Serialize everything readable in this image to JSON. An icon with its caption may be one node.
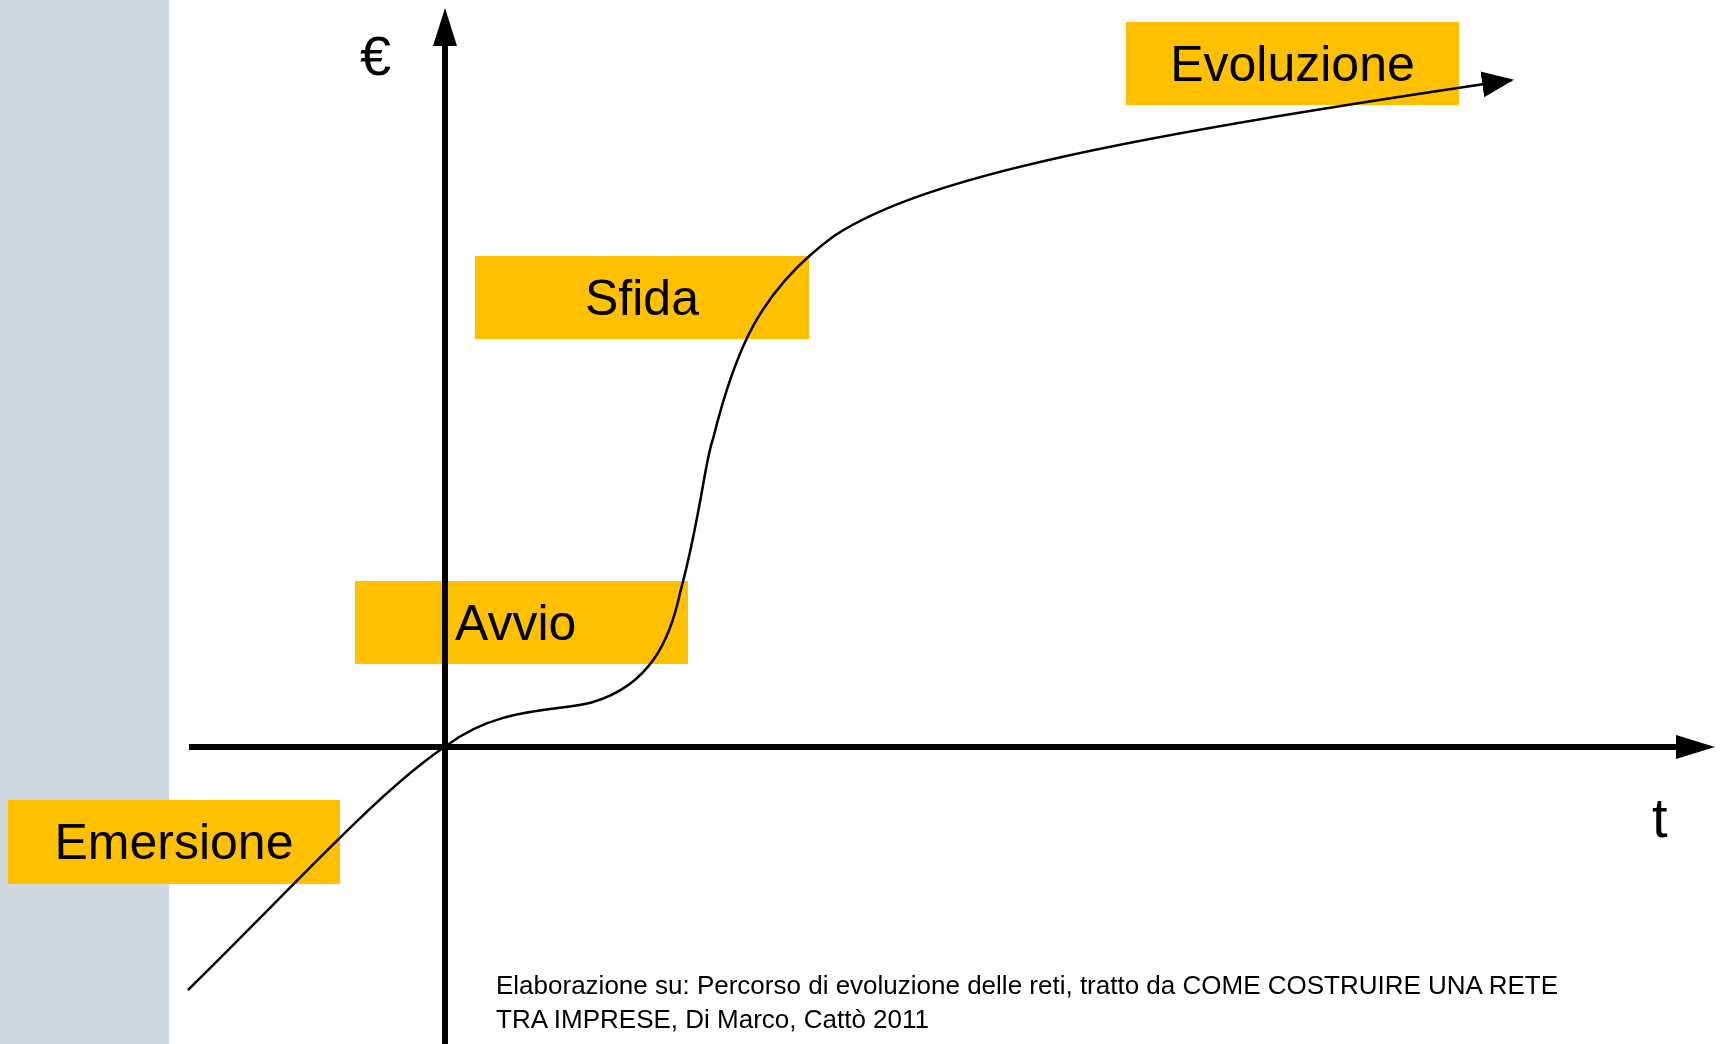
{
  "diagram": {
    "caption": "Elaborazione  su: Percorso di evoluzione delle reti, tratto da  COME COSTRUIRE UNA RETE TRA IMPRESE, Di Marco, Cattò 2011",
    "nodes": [
      {
        "text": [
          "Evoluzione"
        ]
      },
      {
        "text": [
          "Sfida"
        ]
      },
      {
        "text": [
          "Avvio"
        ]
      },
      {
        "text": [
          "Emersione"
        ]
      }
    ],
    "labels": [
      "€",
      "t"
    ]
  }
}
